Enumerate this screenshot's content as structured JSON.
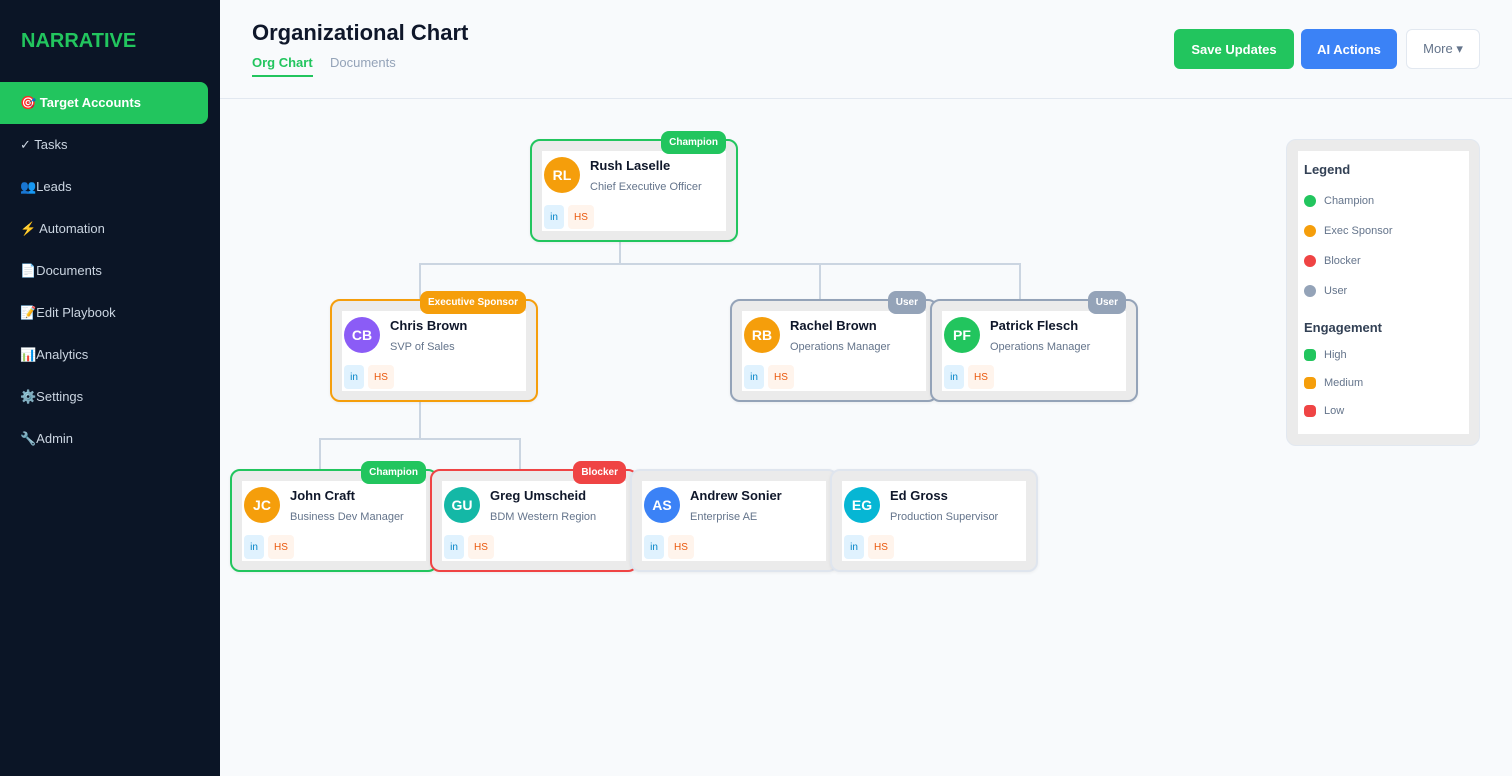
{
  "app": {
    "logo": "NARRATIVE"
  },
  "sidebar": {
    "items": [
      {
        "label": "🎯 Target Accounts",
        "active": true
      },
      {
        "label": "✓ Tasks"
      },
      {
        "label": "👥Leads"
      },
      {
        "label": "⚡ Automation"
      },
      {
        "label": "📄Documents"
      },
      {
        "label": "📝Edit Playbook"
      },
      {
        "label": "📊Analytics"
      },
      {
        "label": "⚙️Settings"
      },
      {
        "label": "🔧Admin"
      }
    ]
  },
  "header": {
    "title": "Organizational Chart",
    "tabs": [
      {
        "label": "Org Chart"
      },
      {
        "label": "Documents"
      }
    ],
    "save_label": "Save Updates",
    "ai_label": "AI Actions",
    "more_label": "More ▾"
  },
  "colors": {
    "champion": "#22c55e",
    "exec": "#f59e0b",
    "blocker": "#ef4444",
    "user": "#94a3b8"
  },
  "people": [
    {
      "initials": "RL",
      "name": "Rush Laselle",
      "title": "Chief Executive Officer",
      "badge": "Champion",
      "role": "champion",
      "avatar": "#f59e0b",
      "linkedin": "in",
      "hubspot": "HS"
    },
    {
      "initials": "CB",
      "name": "Chris Brown",
      "title": "SVP of Sales",
      "badge": "Executive Sponsor",
      "role": "exec",
      "avatar": "#8b5cf6",
      "linkedin": "in",
      "hubspot": "HS"
    },
    {
      "initials": "RB",
      "name": "Rachel Brown",
      "title": "Operations Manager",
      "badge": "User",
      "role": "user",
      "avatar": "#f59e0b",
      "linkedin": "in",
      "hubspot": "HS"
    },
    {
      "initials": "PF",
      "name": "Patrick Flesch",
      "title": "Operations Manager",
      "badge": "User",
      "role": "user",
      "avatar": "#22c55e",
      "linkedin": "in",
      "hubspot": "HS"
    },
    {
      "initials": "JC",
      "name": "John Craft",
      "title": "Business Dev Manager",
      "badge": "Champion",
      "role": "champion",
      "avatar": "#f59e0b",
      "linkedin": "in",
      "hubspot": "HS"
    },
    {
      "initials": "GU",
      "name": "Greg Umscheid",
      "title": "BDM Western Region",
      "badge": "Blocker",
      "role": "blocker",
      "avatar": "#14b8a6",
      "linkedin": "in",
      "hubspot": "HS"
    },
    {
      "initials": "AS",
      "name": "Andrew Sonier",
      "title": "Enterprise AE",
      "role": "none",
      "avatar": "#3b82f6",
      "linkedin": "in",
      "hubspot": "HS"
    },
    {
      "initials": "EG",
      "name": "Ed Gross",
      "title": "Production Supervisor",
      "role": "none",
      "avatar": "#06b6d4",
      "linkedin": "in",
      "hubspot": "HS"
    }
  ],
  "legend": {
    "title": "Legend",
    "roles": [
      {
        "label": "Champion",
        "color": "#22c55e"
      },
      {
        "label": "Exec Sponsor",
        "color": "#f59e0b"
      },
      {
        "label": "Blocker",
        "color": "#ef4444"
      },
      {
        "label": "User",
        "color": "#94a3b8"
      }
    ],
    "engagement_title": "Engagement",
    "engagement": [
      {
        "label": "High",
        "color": "#22c55e"
      },
      {
        "label": "Medium",
        "color": "#f59e0b"
      },
      {
        "label": "Low",
        "color": "#ef4444"
      }
    ]
  }
}
